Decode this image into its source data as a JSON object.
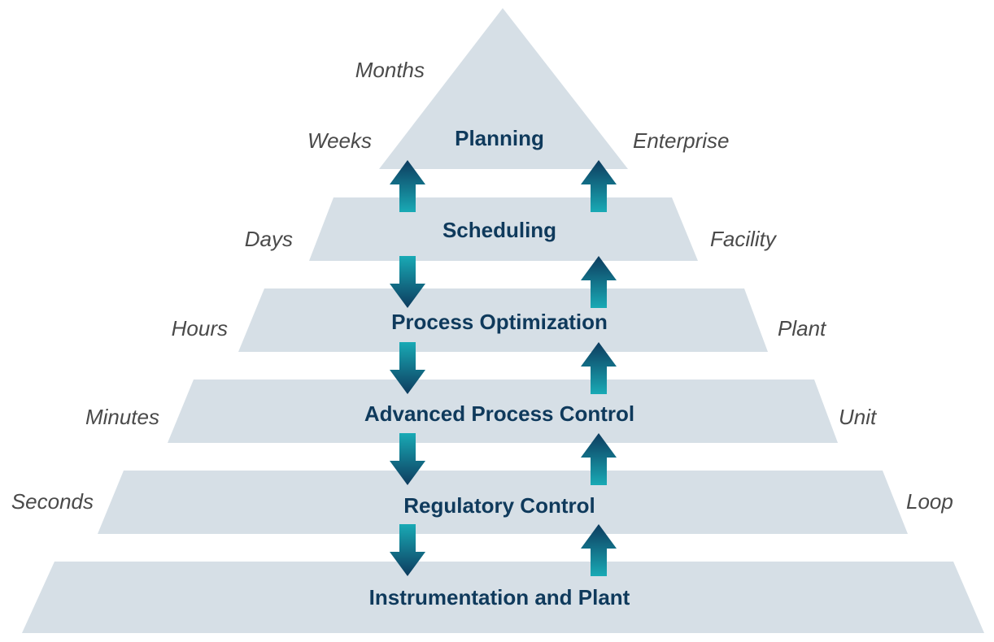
{
  "layers": [
    {
      "label": "Planning"
    },
    {
      "label": "Scheduling"
    },
    {
      "label": "Process Optimization"
    },
    {
      "label": "Advanced Process Control"
    },
    {
      "label": "Regulatory Control"
    },
    {
      "label": "Instrumentation and Plant"
    }
  ],
  "time_scales": [
    "Months",
    "Weeks",
    "Days",
    "Hours",
    "Minutes",
    "Seconds"
  ],
  "scopes": [
    "Enterprise",
    "Facility",
    "Plant",
    "Unit",
    "Loop"
  ],
  "colors": {
    "layer_fill": "#d6dfe6",
    "layer_text": "#0f3a5c",
    "side_text": "#4a4a4a",
    "arrow_dark": "#0d3b5e",
    "arrow_light": "#19aab5"
  },
  "arrows": {
    "left_column": [
      "up",
      "down",
      "down",
      "down",
      "down"
    ],
    "right_column": [
      "up",
      "up",
      "up",
      "up",
      "up"
    ]
  }
}
